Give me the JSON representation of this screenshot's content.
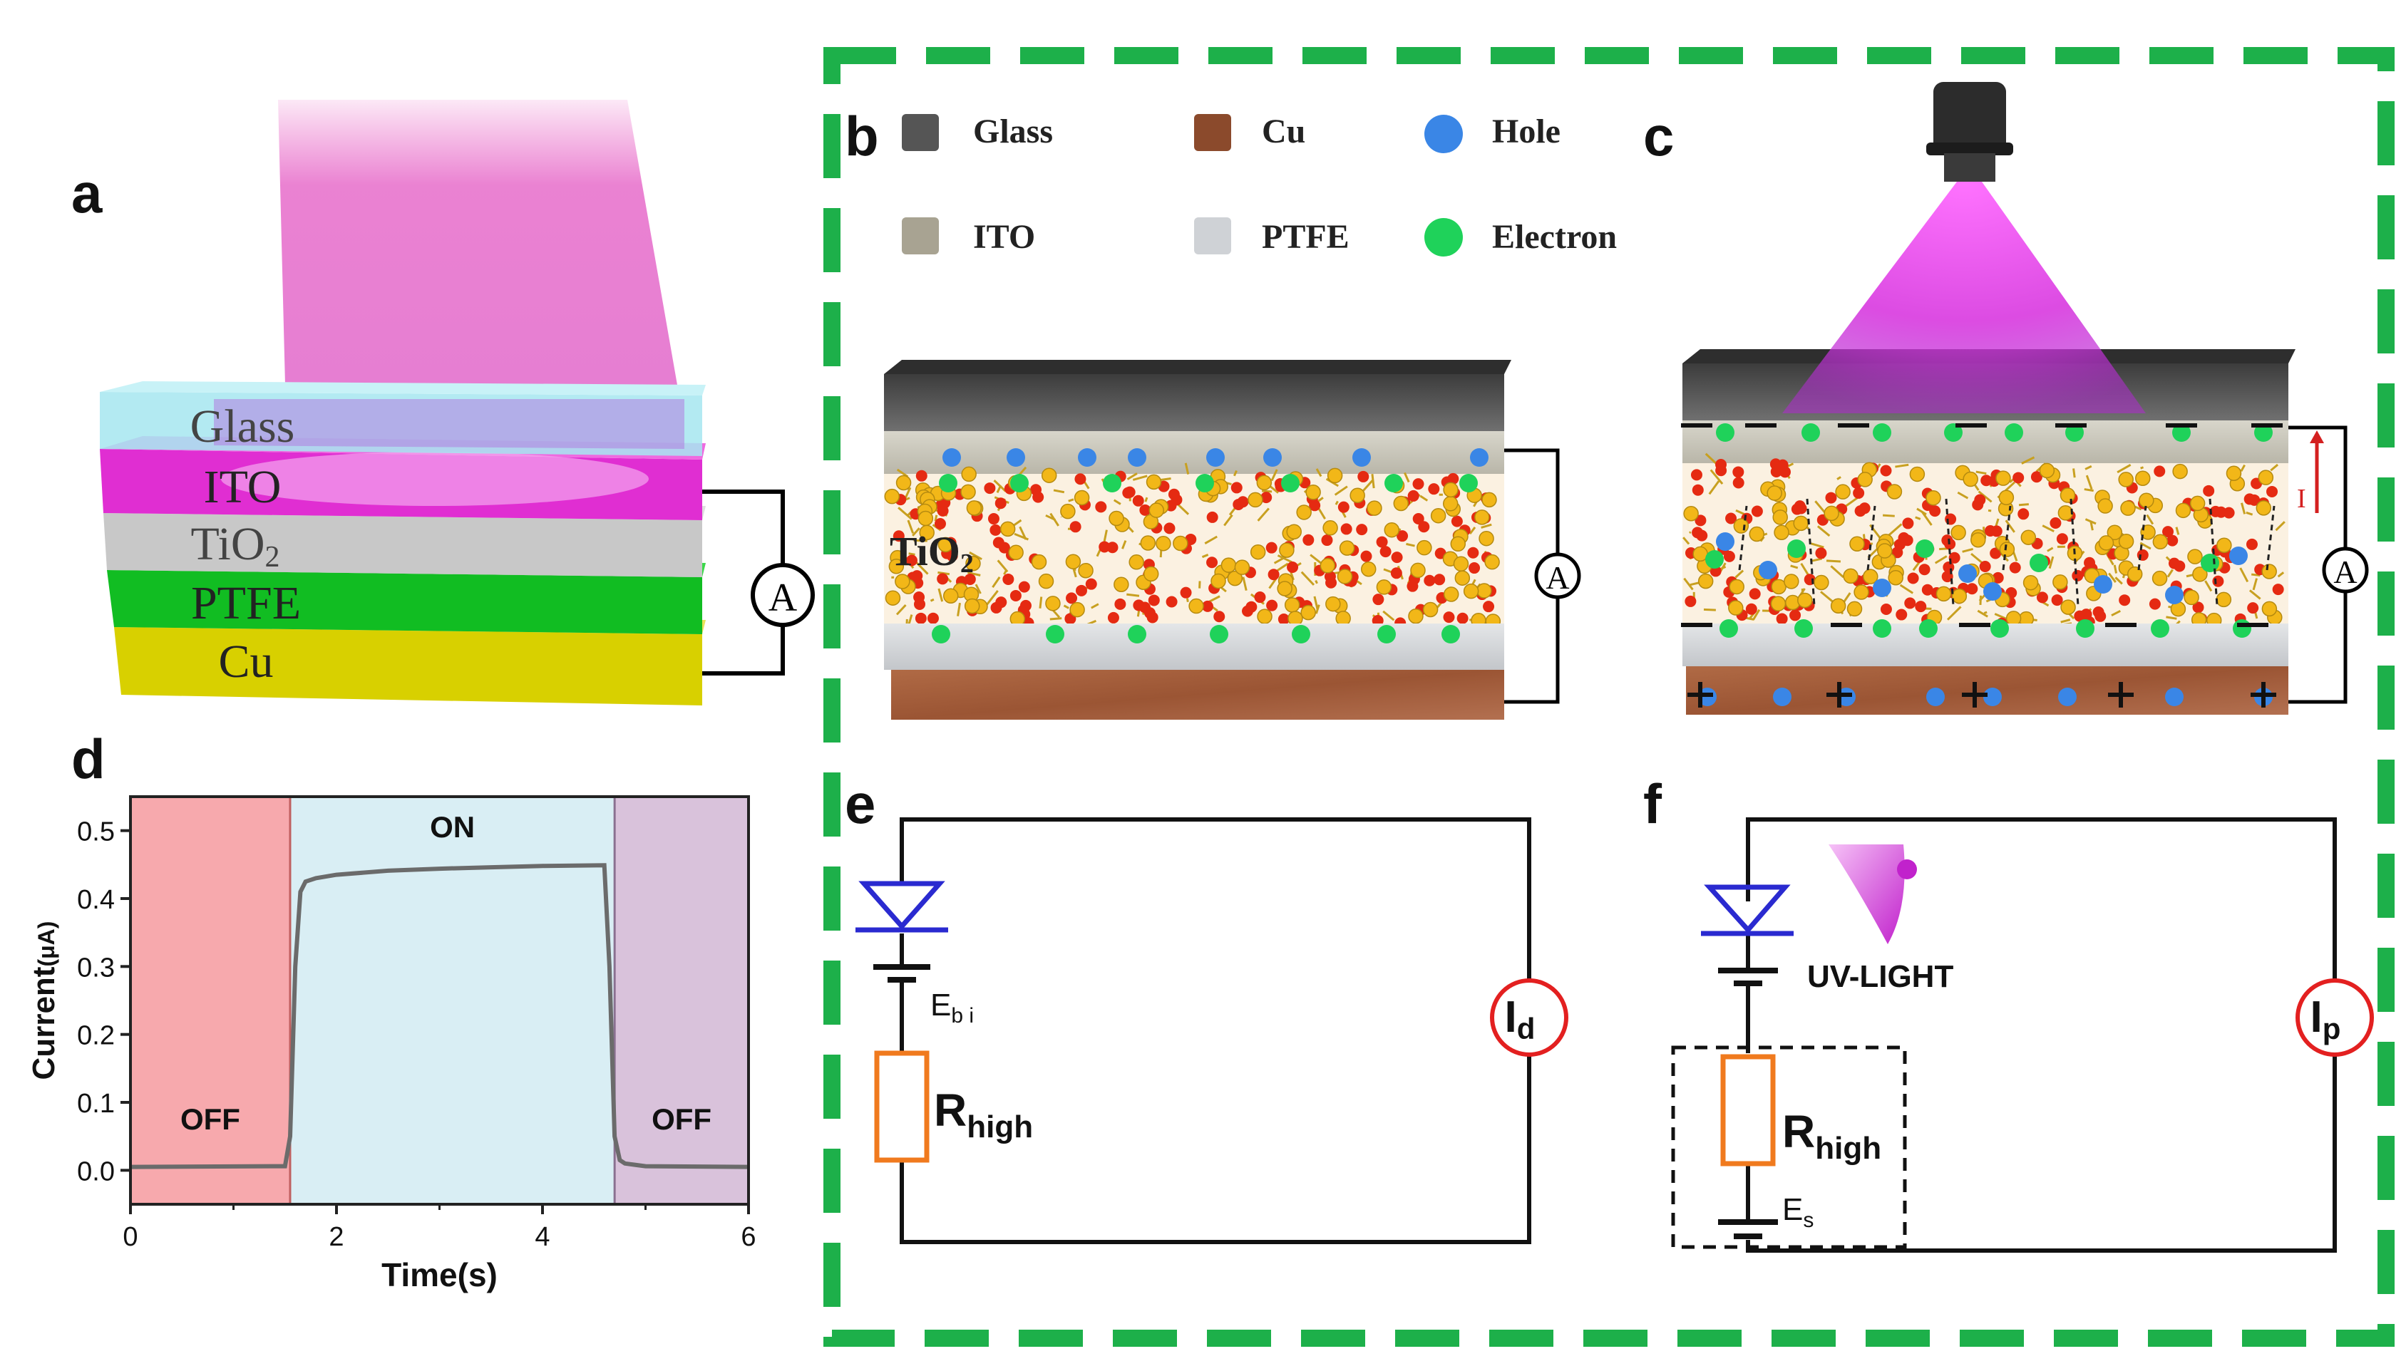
{
  "panels": {
    "a": "a",
    "b": "b",
    "c": "c",
    "d": "d",
    "e": "e",
    "f": "f"
  },
  "device_layers": [
    "Glass",
    "ITO",
    "TiO",
    "PTFE",
    "Cu"
  ],
  "device_layer_sub": "2",
  "ammeter_symbol": "A",
  "legend": [
    {
      "label": "Glass",
      "color": "#555555"
    },
    {
      "label": "Cu",
      "color": "#8b4a2c"
    },
    {
      "label": "Hole",
      "color": "#3a86e6"
    },
    {
      "label": "ITO",
      "color": "#a8a392"
    },
    {
      "label": "PTFE",
      "color": "#cfd2d6"
    },
    {
      "label": "Electron",
      "color": "#1fd25a"
    }
  ],
  "tio2_label": "TiO",
  "tio2_sub": "2",
  "current_arrow_label": "I",
  "chart_data": {
    "type": "line",
    "xlabel": "Time(s)",
    "ylabel": "Current",
    "ylabel_unit": "(μA)",
    "xlim": [
      0,
      6
    ],
    "ylim": [
      -0.05,
      0.55
    ],
    "xticks": [
      "0",
      "2",
      "4",
      "6"
    ],
    "yticks": [
      "0.0",
      "0.1",
      "0.2",
      "0.3",
      "0.4",
      "0.5"
    ],
    "regions": [
      {
        "label": "OFF",
        "from": 0,
        "to": 1.55,
        "color": "#f7a9ad"
      },
      {
        "label": "ON",
        "from": 1.55,
        "to": 4.7,
        "color": "#d9eef4"
      },
      {
        "label": "OFF",
        "from": 4.7,
        "to": 6,
        "color": "#d9c2db"
      }
    ],
    "series": [
      {
        "color": "#6b6b6b",
        "x": [
          0,
          1.5,
          1.55,
          1.6,
          1.65,
          1.7,
          1.8,
          2.0,
          2.5,
          3.0,
          3.5,
          4.0,
          4.6,
          4.65,
          4.7,
          4.75,
          4.8,
          5.0,
          6.0
        ],
        "y": [
          0.005,
          0.006,
          0.05,
          0.3,
          0.41,
          0.425,
          0.43,
          0.435,
          0.441,
          0.444,
          0.446,
          0.448,
          0.449,
          0.3,
          0.05,
          0.015,
          0.01,
          0.006,
          0.005
        ]
      }
    ]
  },
  "circuit_e": {
    "source": "E",
    "source_sub": "b i",
    "resistor": "R",
    "resistor_sub": "high",
    "meter": "I",
    "meter_sub": "d"
  },
  "circuit_f": {
    "source": "E",
    "source_sub": "s",
    "resistor": "R",
    "resistor_sub": "high",
    "meter": "I",
    "meter_sub": "p",
    "light_label": "UV-LIGHT"
  },
  "colors": {
    "frame": "#1db04a",
    "meter_ring": "#e32020",
    "diode": "#2a2ad0",
    "resistor": "#f07a1e",
    "light": "#d23bd8"
  }
}
